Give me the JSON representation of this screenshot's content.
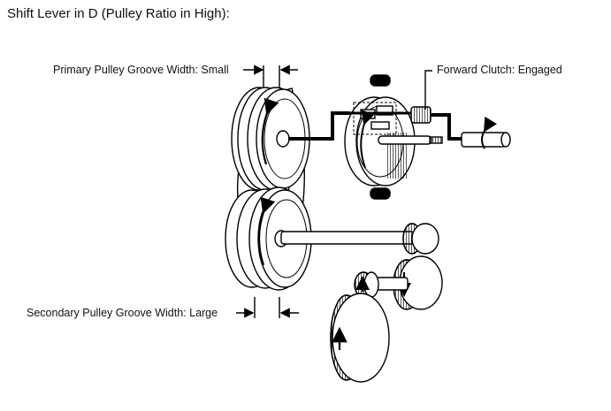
{
  "title": "Shift Lever in D (Pulley Ratio in High):",
  "labels": {
    "primary_groove": "Primary Pulley Groove Width: Small",
    "forward_clutch": "Forward Clutch: Engaged",
    "secondary_groove": "Secondary Pulley Groove Width: Large"
  }
}
